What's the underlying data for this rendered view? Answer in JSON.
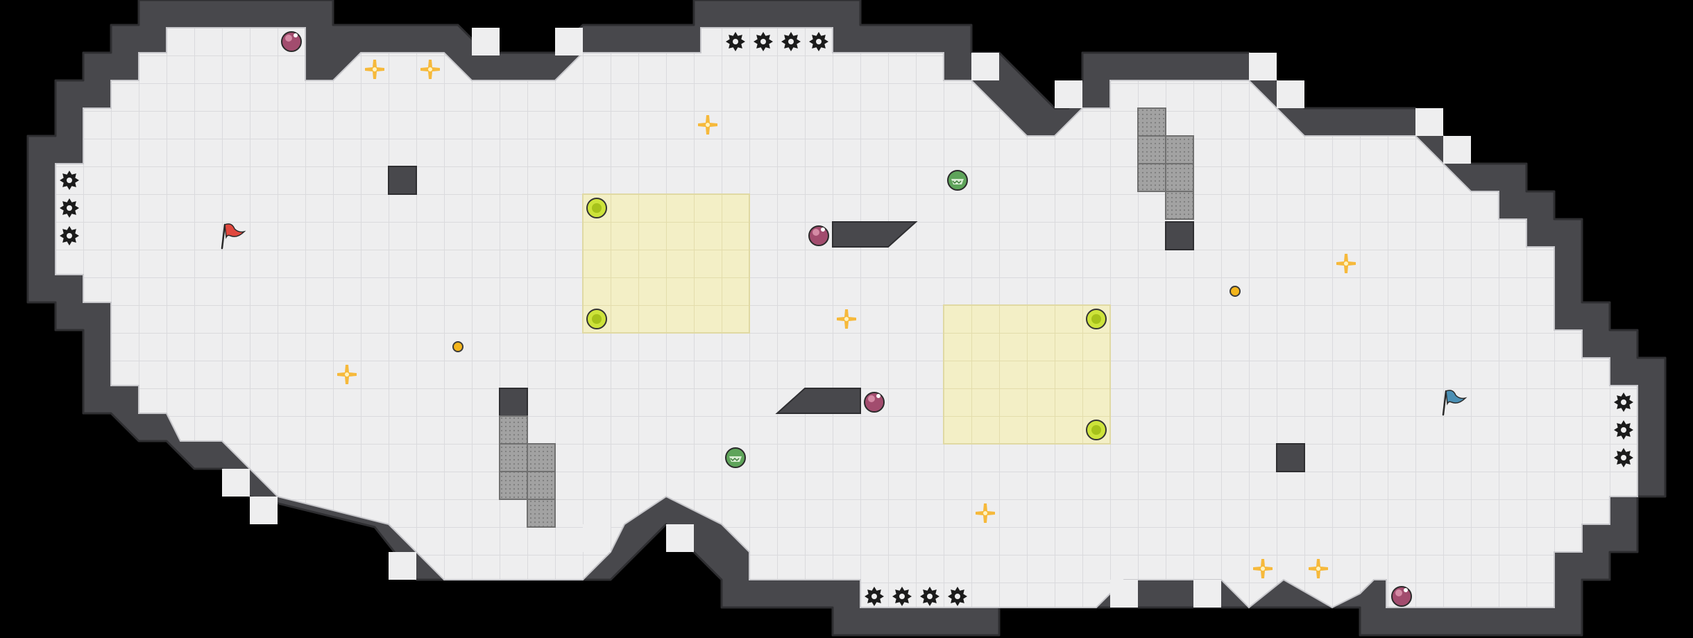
{
  "game": {
    "type": "top-down arena level",
    "colors": {
      "background": "#000000",
      "floor": "#eeeeef",
      "floor_grid": "#d9d9dc",
      "wall": "#48484c",
      "wall_outline": "#2e2e31",
      "pressure_pad": "#f2efc4",
      "pad_node": "#cde33a",
      "mesh_block": "#9a9a9a",
      "spark": "#f6b93b",
      "orb": "#a24c6e",
      "coin": "#f3b51c",
      "shell": "#5ea45a",
      "red_flag": "#e0483e",
      "blue_flag": "#4a8fb4"
    },
    "teams": [
      {
        "name": "red",
        "icon": "red-flag-icon"
      },
      {
        "name": "blue",
        "icon": "blue-flag-icon"
      }
    ],
    "pickups": {
      "spark": "spark-pickup-icon",
      "orb": "orb-pickup-icon",
      "coin": "coin-pickup-icon",
      "shell": "shell-pickup-icon"
    },
    "hazards": {
      "gear": "gear-spike-icon"
    }
  }
}
